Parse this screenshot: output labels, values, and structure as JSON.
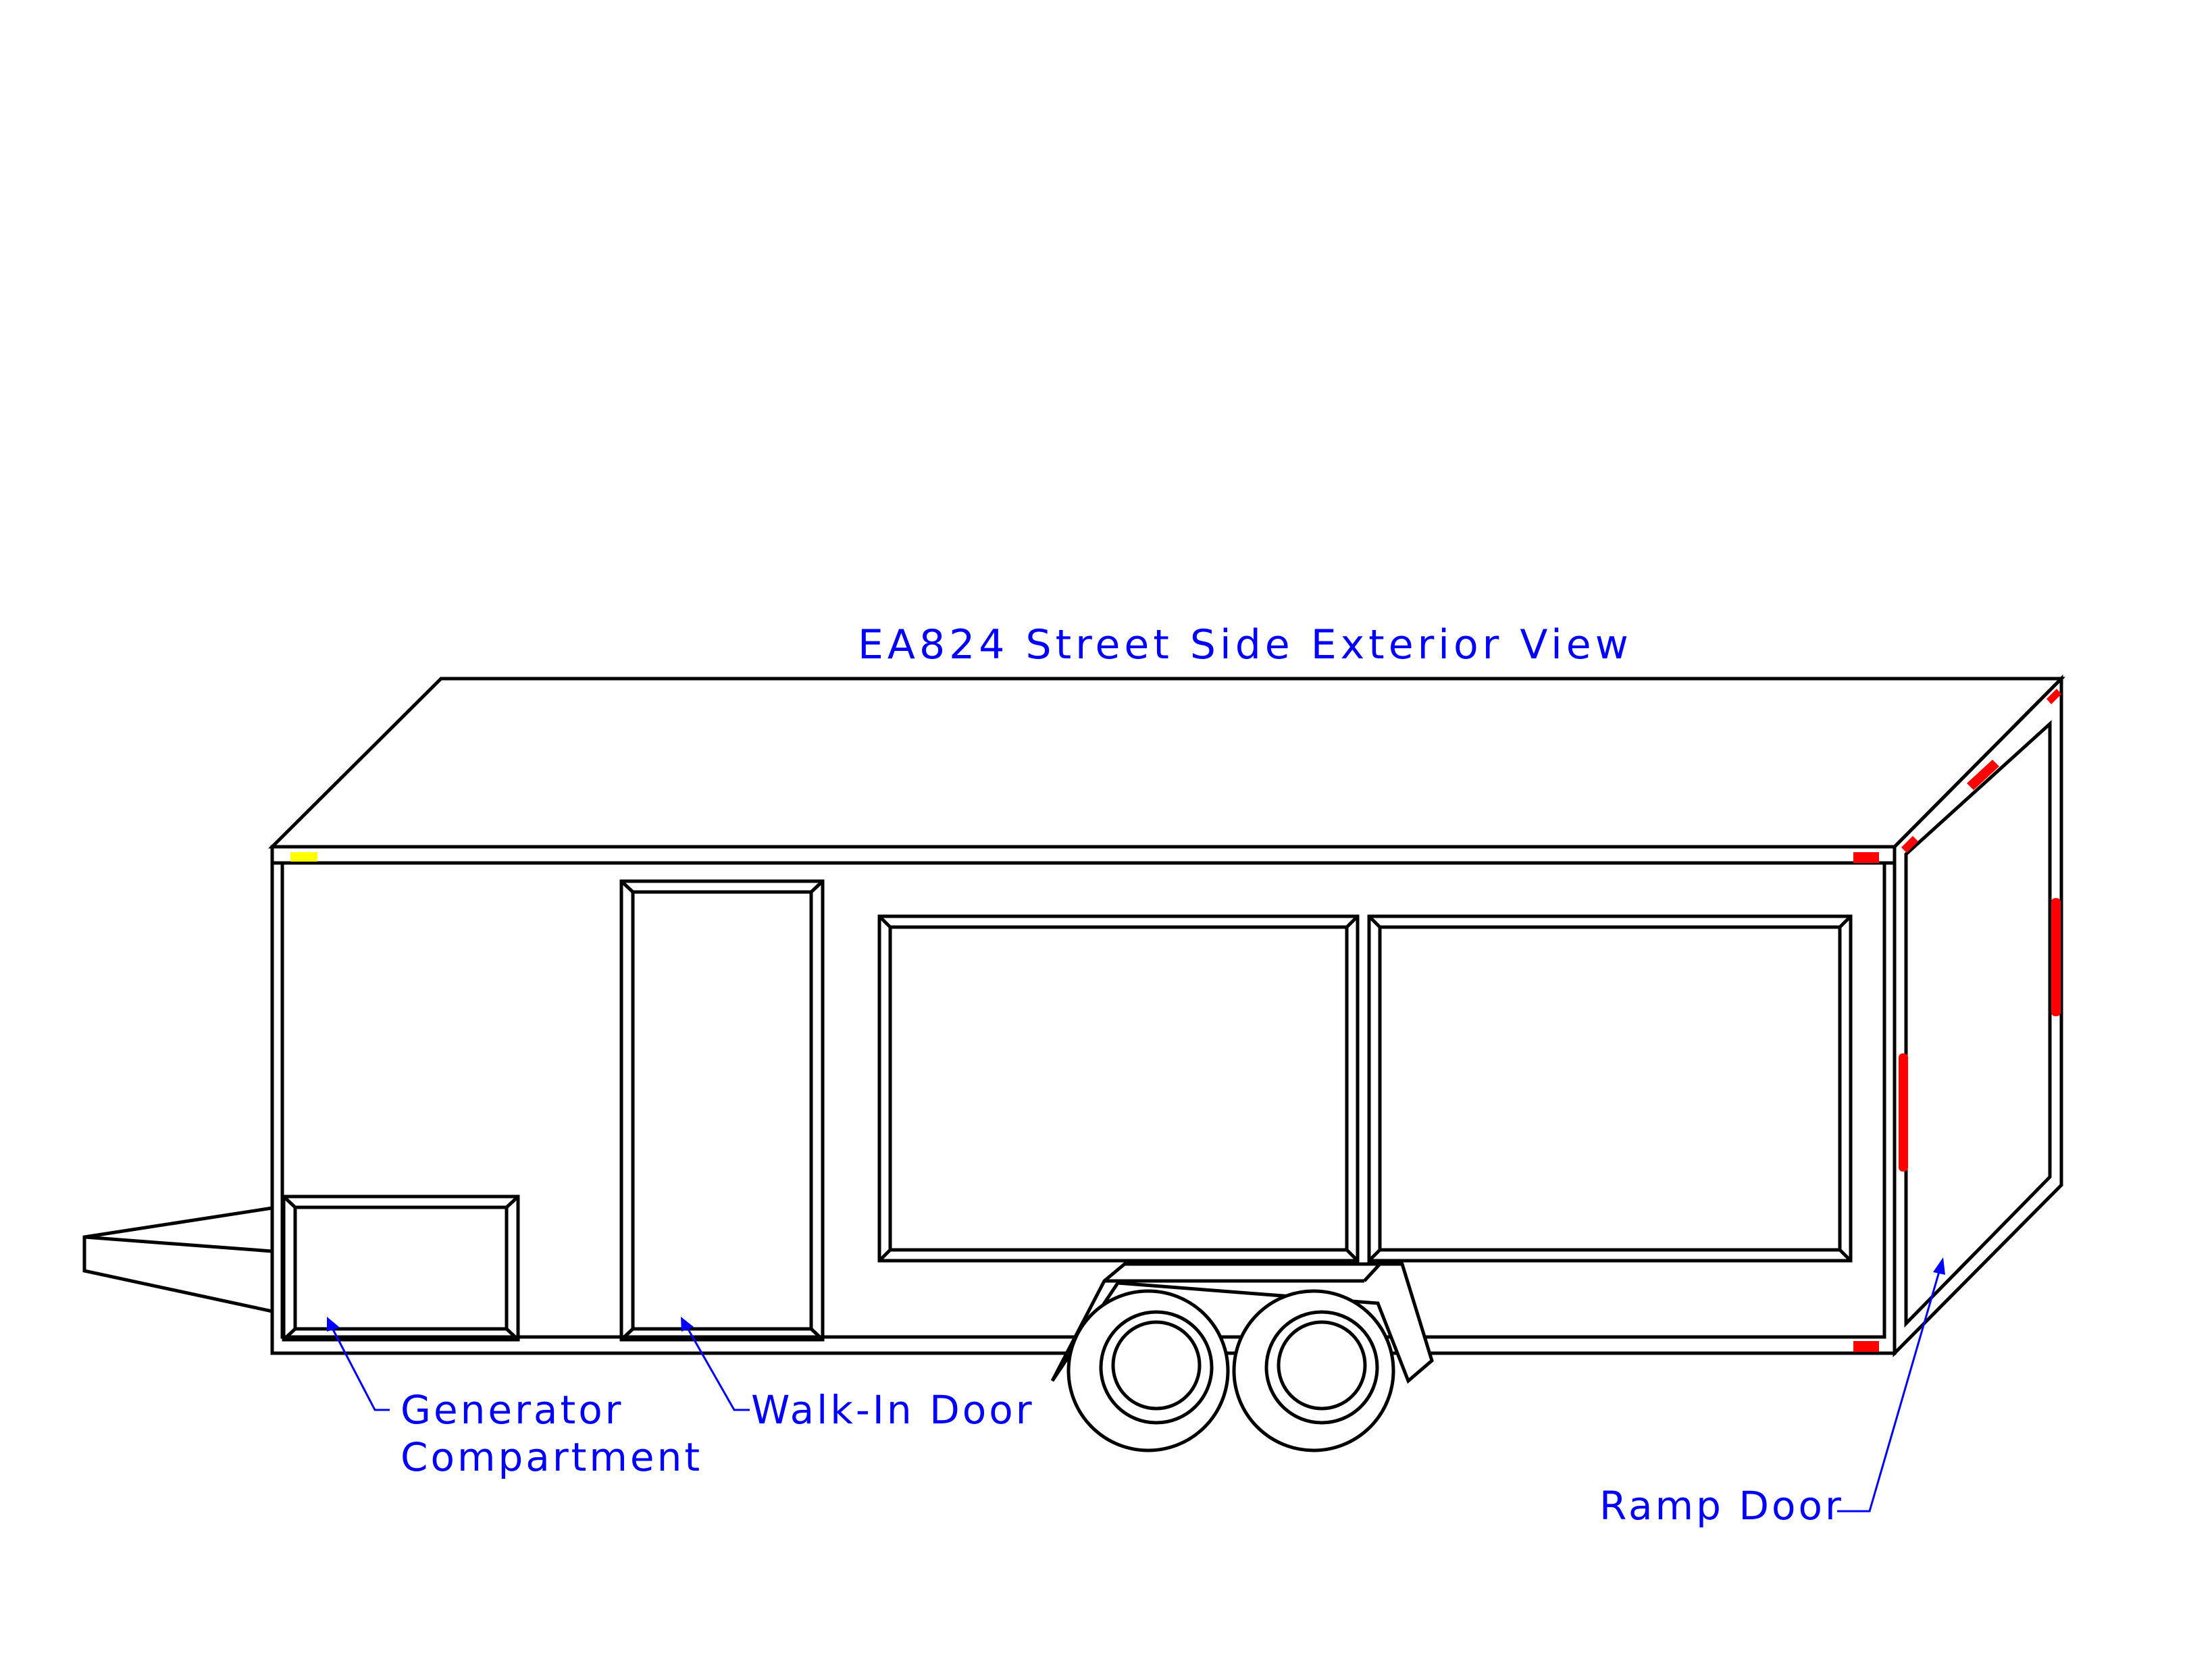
{
  "title": "EA824 Street Side Exterior View",
  "callouts": {
    "generator_line1": "Generator",
    "generator_line2": "Compartment",
    "walk_in_door": "Walk-In Door",
    "ramp_door": "Ramp Door"
  },
  "colors": {
    "outline": "#000000",
    "annotation": "#0000ff",
    "marker_light_rear": "#ff0000",
    "marker_light_front": "#ffff00"
  }
}
